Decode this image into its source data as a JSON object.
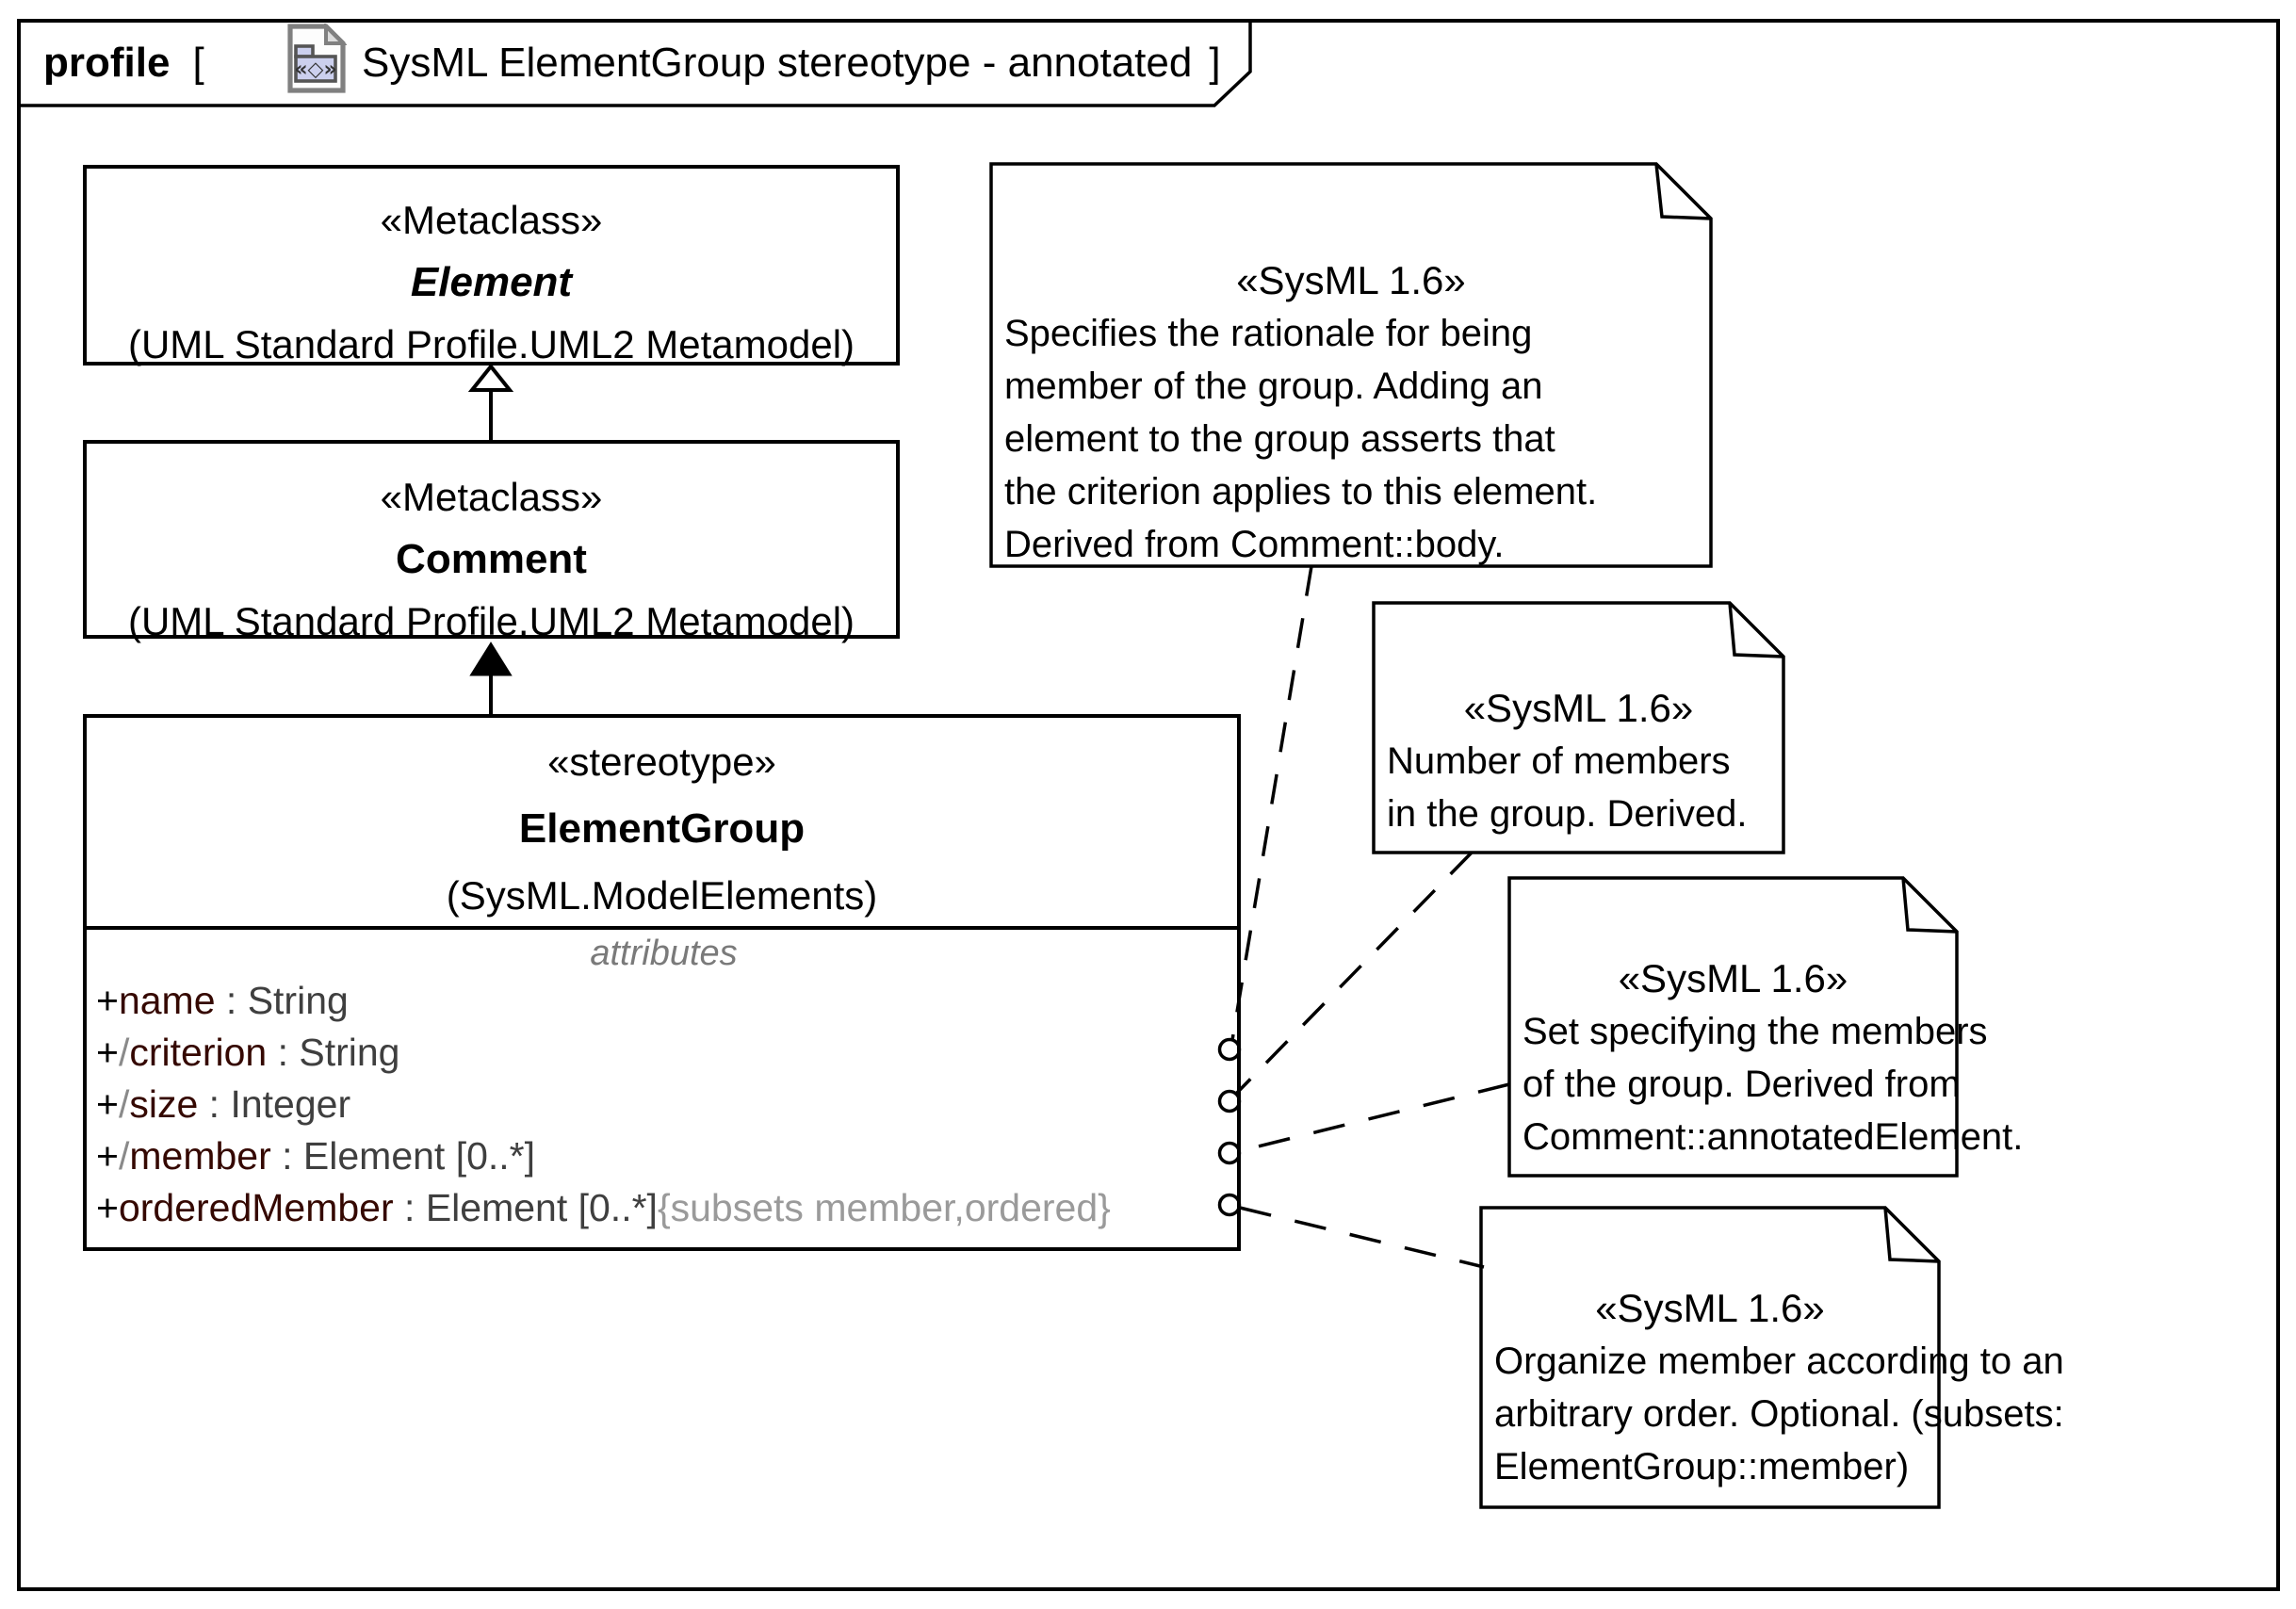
{
  "frame": {
    "kind": "profile",
    "open_bracket": "[",
    "title": "SysML ElementGroup stereotype - annotated",
    "close_bracket": "]",
    "icon": "profile-diagram-icon",
    "icon_glyph": "«◇»"
  },
  "element_box": {
    "stereotype": "«Metaclass»",
    "name": "Element",
    "package": "(UML Standard Profile.UML2 Metamodel)"
  },
  "comment_box": {
    "stereotype": "«Metaclass»",
    "name": "Comment",
    "package": "(UML Standard Profile.UML2 Metamodel)"
  },
  "stereotype_box": {
    "stereotype": "«stereotype»",
    "name": "ElementGroup",
    "package": "(SysML.ModelElements)",
    "section_label": "attributes",
    "attributes": [
      {
        "plus": "+",
        "slash": "",
        "name": "name",
        "type": " : String",
        "constraint": ""
      },
      {
        "plus": "+",
        "slash": "/",
        "name": "criterion",
        "type": " : String",
        "constraint": ""
      },
      {
        "plus": "+",
        "slash": "/",
        "name": "size",
        "type": " : Integer",
        "constraint": ""
      },
      {
        "plus": "+",
        "slash": "/",
        "name": "member",
        "type": " : Element [0..*]",
        "constraint": ""
      },
      {
        "plus": "+",
        "slash": "",
        "name": "orderedMember",
        "type": " : Element [0..*]",
        "constraint": "{subsets member,ordered}"
      }
    ]
  },
  "notes": [
    {
      "stereotype": "«SysML 1.6»",
      "body": "Specifies the rationale for being\nmember of the group. Adding an\nelement to the group asserts that\nthe criterion applies to this element.\nDerived from Comment::body."
    },
    {
      "stereotype": "«SysML 1.6»",
      "body": "Number of members\nin the group. Derived."
    },
    {
      "stereotype": "«SysML 1.6»",
      "body": "Set specifying the members\nof the group. Derived from\nComment::annotatedElement."
    },
    {
      "stereotype": "«SysML 1.6»",
      "body": "Organize member according to an\narbitrary order. Optional. (subsets:\nElementGroup::member)"
    }
  ],
  "colors": {
    "line": "#000000",
    "attribute_name": "#350801",
    "attribute_type": "#3f3f3f",
    "constraint_gray": "#9a9a9a",
    "section_label_gray": "#7a7a7a",
    "icon_folder_fill": "#ccd0ee"
  }
}
